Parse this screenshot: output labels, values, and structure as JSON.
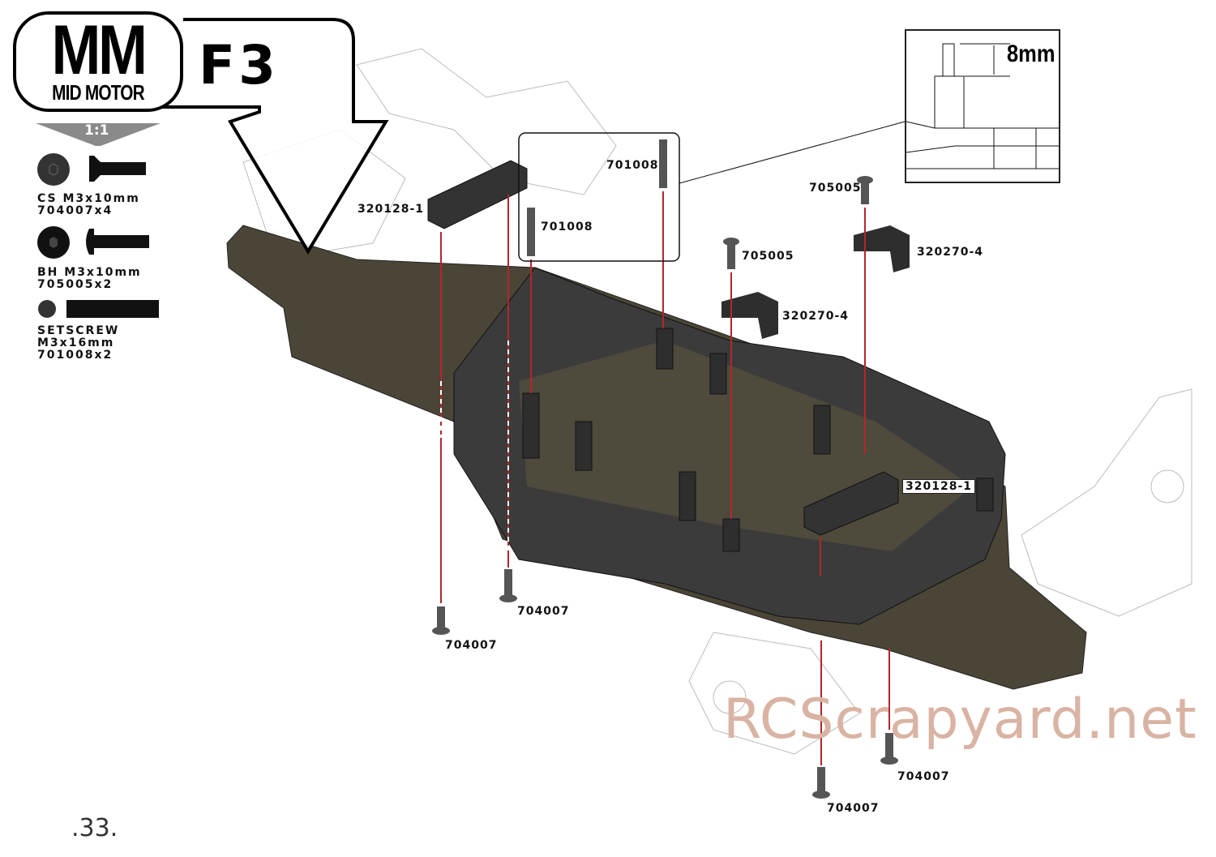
{
  "header": {
    "logo_main": "MM",
    "logo_sub": "MID MOTOR",
    "step_title": "F3",
    "scale_label": "1:1"
  },
  "legend": [
    {
      "line1": "CS M3x10mm",
      "line2": "704007x4",
      "icon": "countersunk-screw-icon"
    },
    {
      "line1": "BH M3x10mm",
      "line2": "705005x2",
      "icon": "button-head-screw-icon"
    },
    {
      "line1": "SETSCREW",
      "line2": "M3x16mm",
      "line3": "701008x2",
      "icon": "setscrew-icon"
    }
  ],
  "detail": {
    "measurement": "8mm"
  },
  "callouts": {
    "block_left": "320128-1",
    "setscrew_top": "701008",
    "setscrew_mid": "701008",
    "bh_right": "705005",
    "bh_mid": "705005",
    "mount_right": "320270-4",
    "mount_mid": "320270-4",
    "block_right": "320128-1",
    "cs_1": "704007",
    "cs_2": "704007",
    "cs_3": "704007",
    "cs_4": "704007"
  },
  "footer": {
    "page_number": ".33."
  },
  "watermark": "RCScrapyard.net",
  "colors": {
    "plate": "#4a4536",
    "tub": "#3a3a3a",
    "guide_line": "#b3262b",
    "watermark": "#d9b3a3"
  }
}
